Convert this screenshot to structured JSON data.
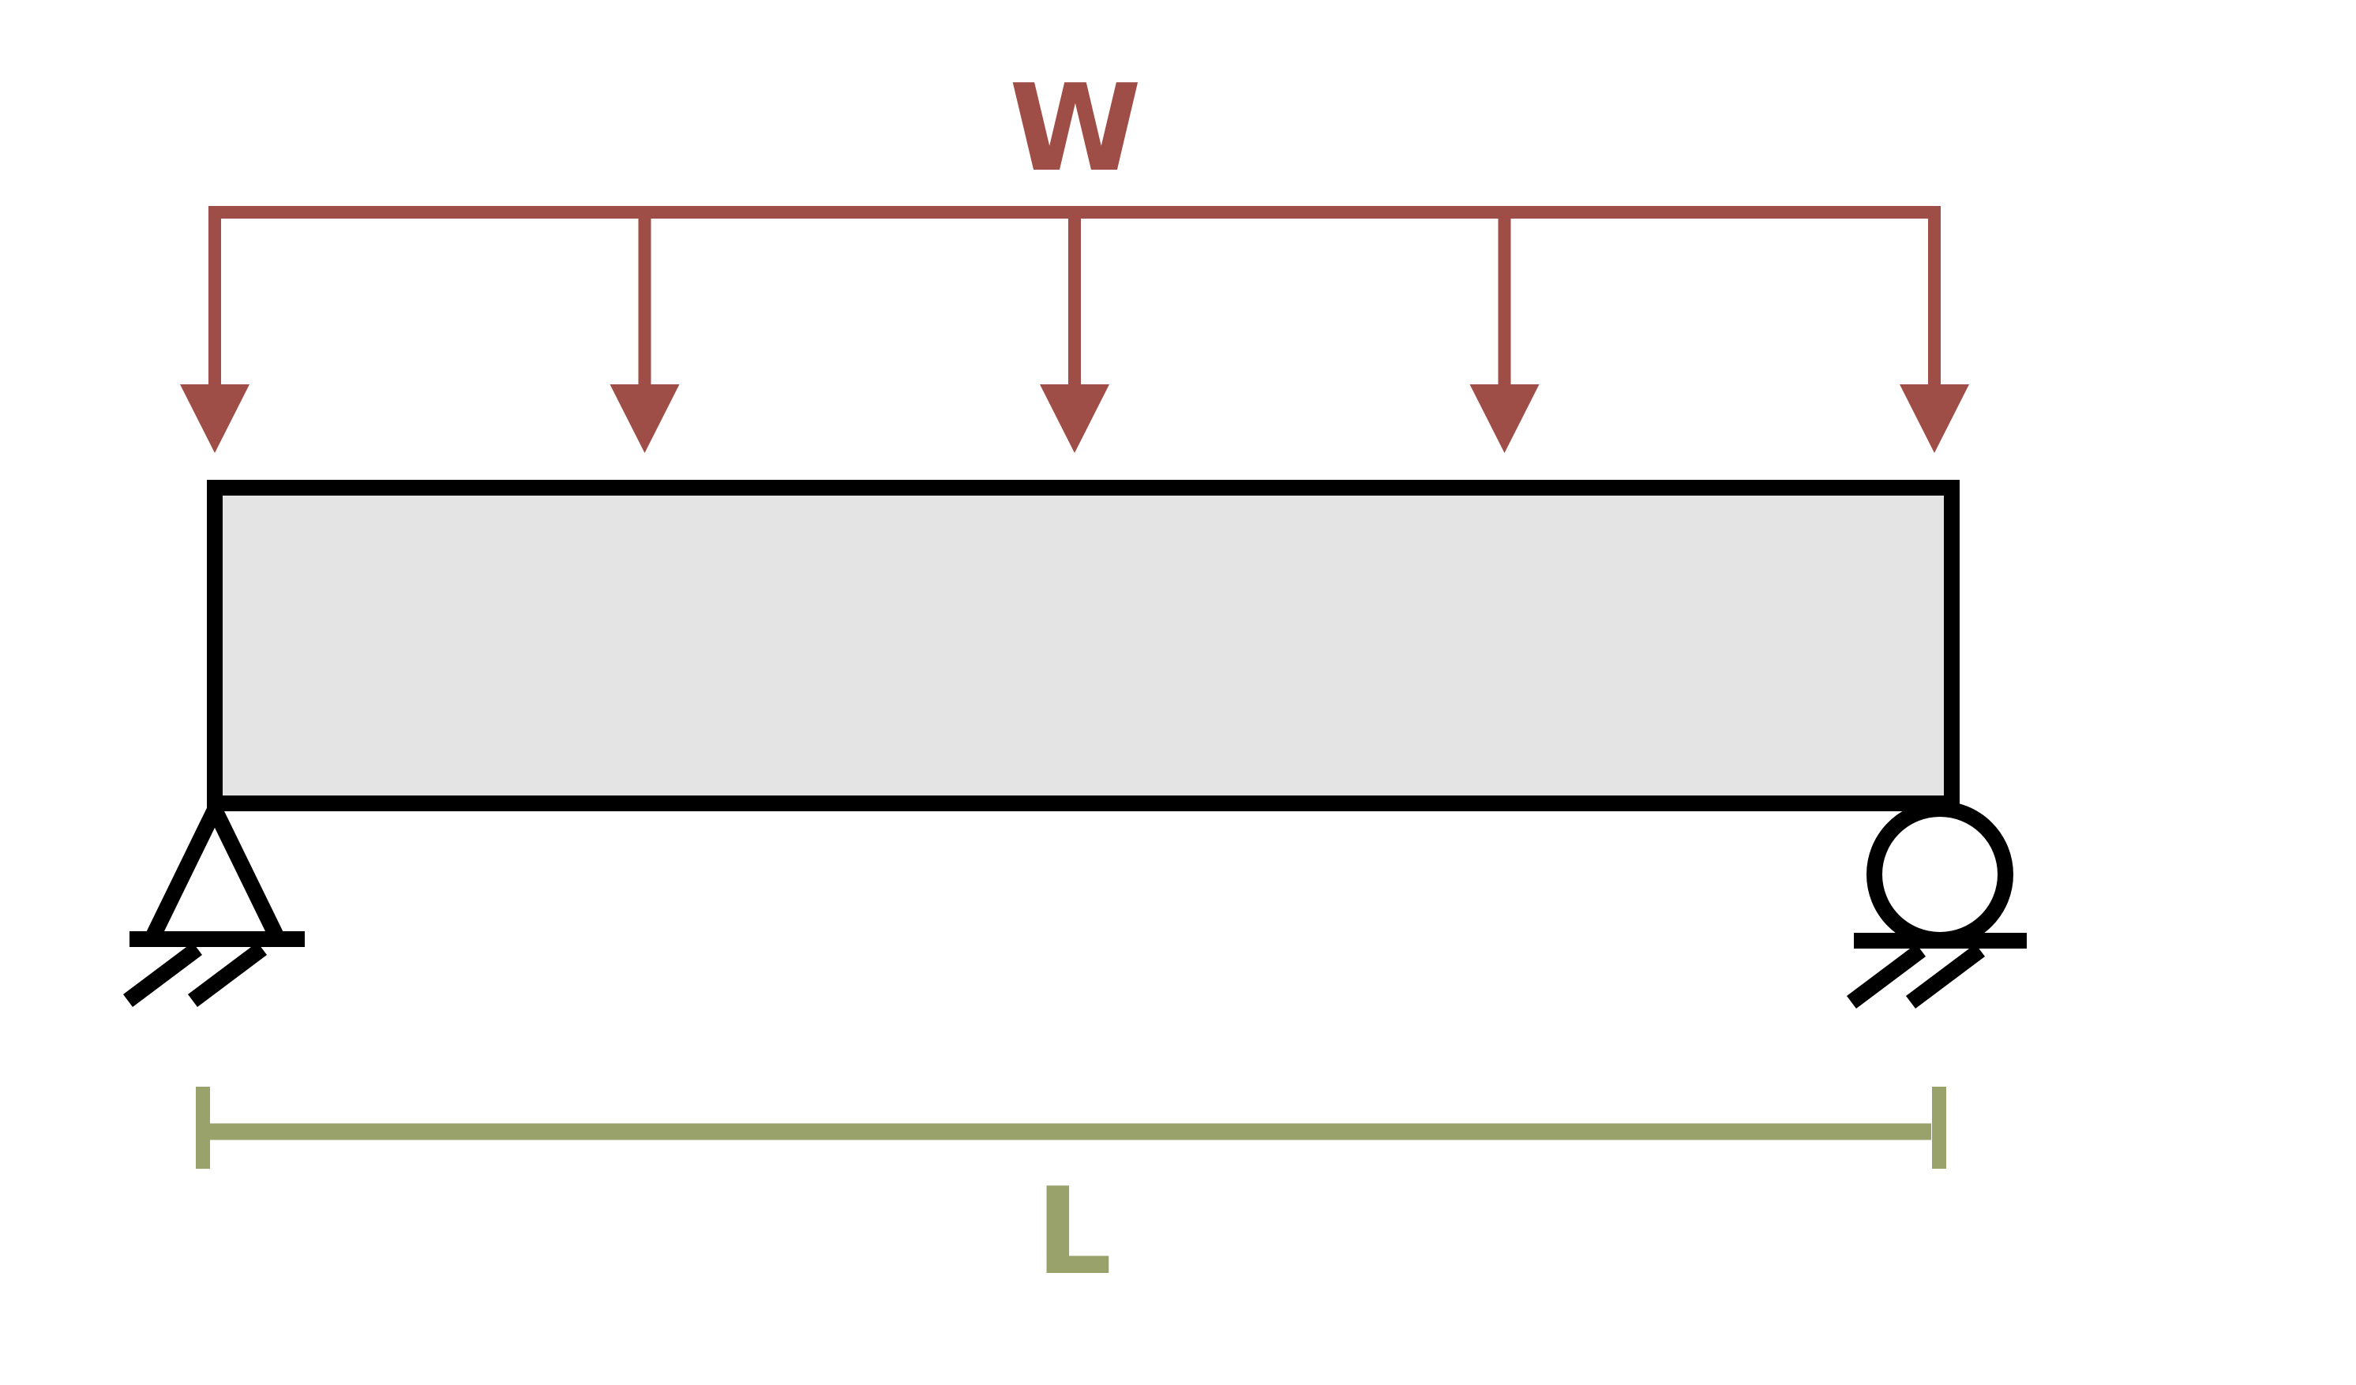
{
  "diagram": {
    "title": "simply-supported-beam-with-uniform-load",
    "load": {
      "label": "W",
      "arrow_count": 5
    },
    "beam": {
      "fill": "#E4E4E4"
    },
    "supports": {
      "left": "pin",
      "right": "roller"
    },
    "dimension": {
      "label": "L"
    },
    "colors": {
      "load": "#9E4E46",
      "dimension": "#99A26B",
      "beam_fill": "#E4E4E4",
      "line": "#000000",
      "background": "#FFFFFF"
    }
  }
}
